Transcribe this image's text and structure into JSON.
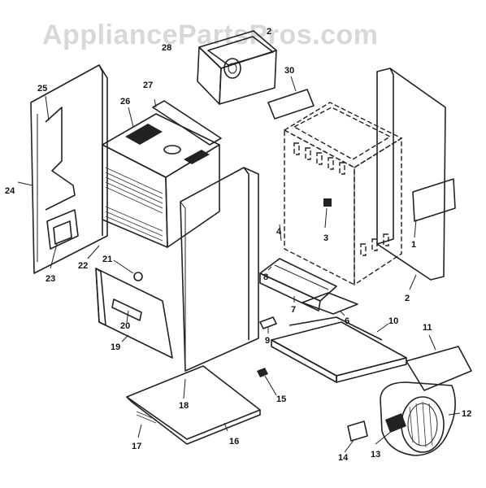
{
  "watermark": "AppliancePartsPros.com",
  "callouts": {
    "c1": "1",
    "c2a": "2",
    "c2b": "2",
    "c3": "3",
    "c4": "4",
    "c6": "6",
    "c7": "7",
    "c8": "8",
    "c9": "9",
    "c10": "10",
    "c11": "11",
    "c12": "12",
    "c13": "13",
    "c14": "14",
    "c15": "15",
    "c16": "16",
    "c17": "17",
    "c18": "18",
    "c19": "19",
    "c20": "20",
    "c21": "21",
    "c22": "22",
    "c23": "23",
    "c24": "24",
    "c25": "25",
    "c26": "26",
    "c27": "27",
    "c28": "28",
    "c30": "30"
  }
}
